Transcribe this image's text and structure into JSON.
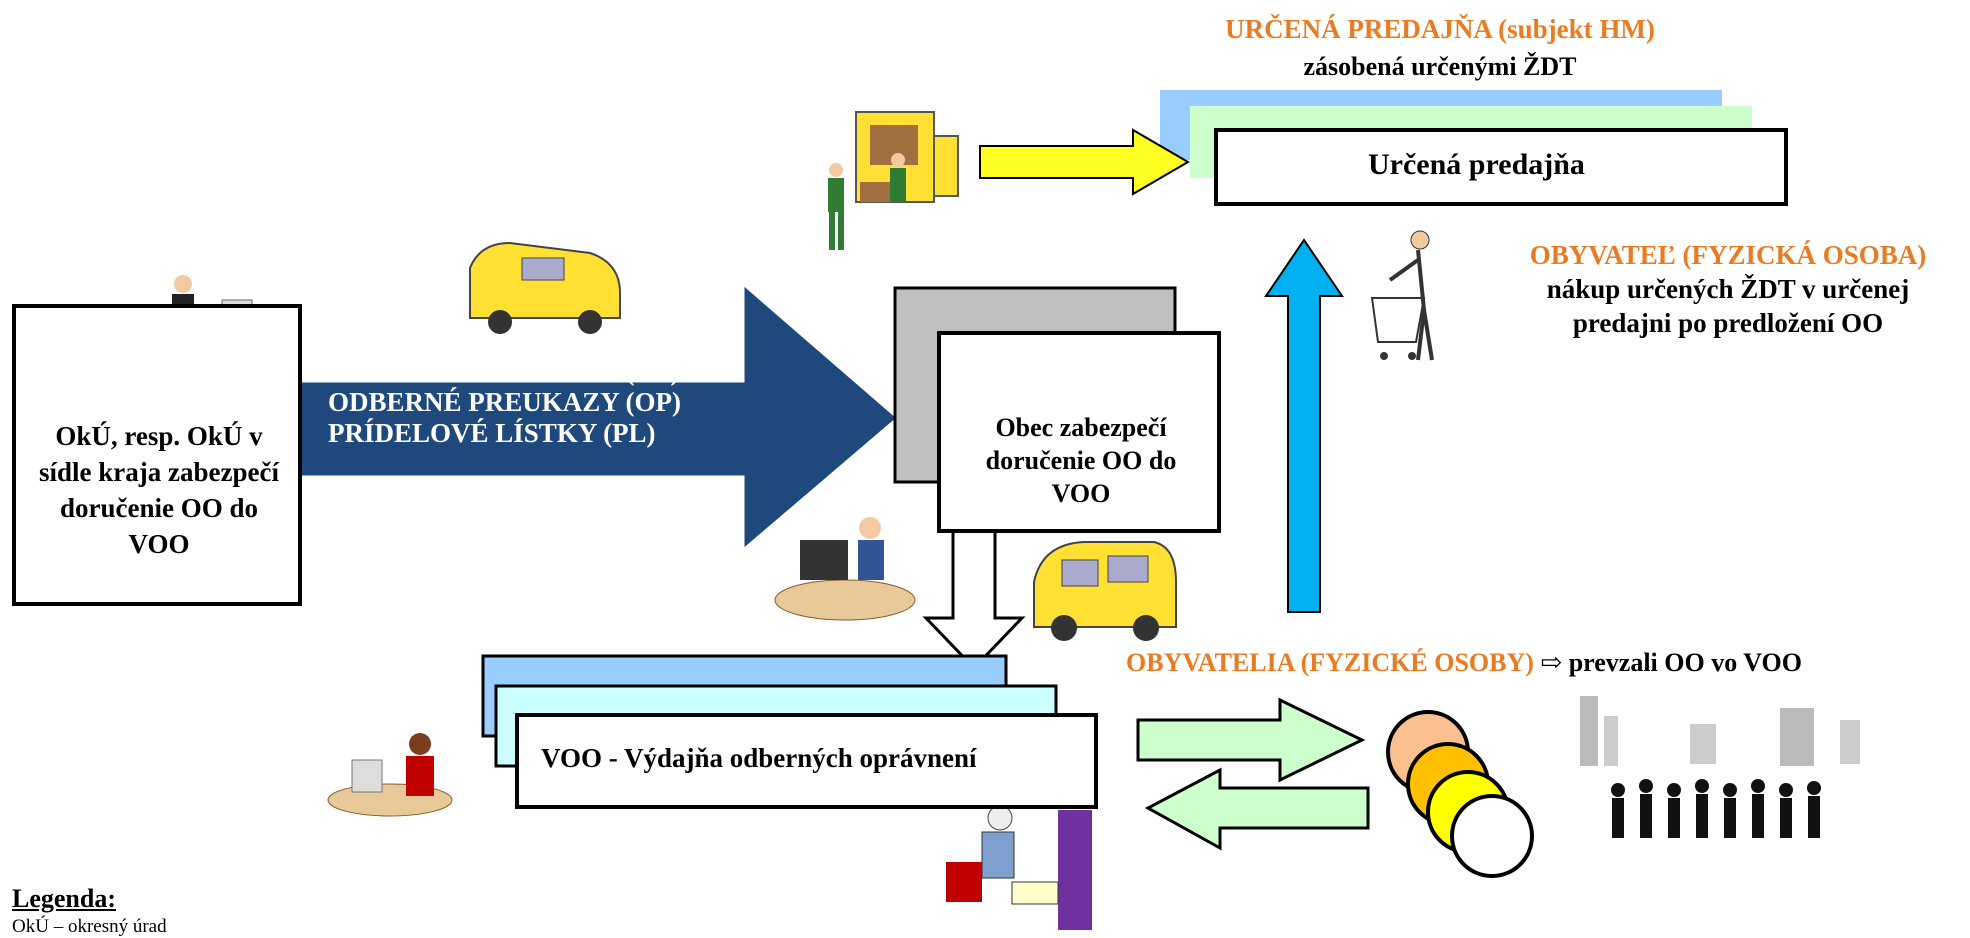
{
  "colors": {
    "navy": "#1F497D",
    "orange": "#E97B22",
    "yellow": "#FFFF22",
    "cyan": "#00B0F0",
    "light_green": "#CCFFCC",
    "light_blue": "#99CCFF",
    "light_cyan": "#CCFFFF",
    "gray": "#BFBFBF"
  },
  "left_box": {
    "text": "OkÚ, resp. OkÚ v sídle kraja zabezpečí doručenie OO do VOO"
  },
  "big_arrow": {
    "line1": "NÁKUPNÉ PREUKAZY (NP)",
    "line2": "ODBERNÉ PREUKAZY (OP)",
    "line3": "PRÍDELOVÉ LÍSTKY (PL)"
  },
  "obec_box": {
    "text": "Obec zabezpečí doručenie OO do VOO"
  },
  "voo_box": {
    "text": "VOO - Výdajňa odberných oprávnení"
  },
  "store": {
    "title": "URČENÁ PREDAJŇA (subjekt HM)",
    "subtitle": "zásobená určenými ŽDT",
    "box_label": "Určená predajňa"
  },
  "citizen": {
    "title": "OBYVATEĽ (FYZICKÁ OSOBA)",
    "line1": "nákup určených ŽDT v určenej",
    "line2": "predajni po predložení OO"
  },
  "citizens": {
    "title": "OBYVATELIA (FYZICKÉ OSOBY)",
    "arrow_glyph": "⇨",
    "rest": "prevzali OO vo VOO"
  },
  "legend": {
    "title": "Legenda:",
    "line1": "OkÚ – okresný úrad"
  }
}
